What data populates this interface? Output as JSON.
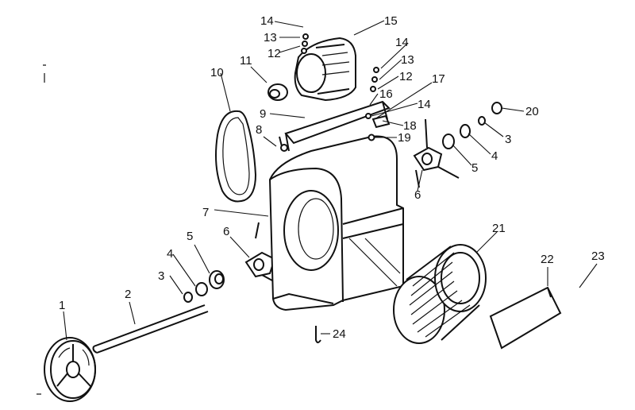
{
  "callouts": {
    "c1": "1",
    "c2": "2",
    "c3a": "3",
    "c3b": "3",
    "c4a": "4",
    "c4b": "4",
    "c5a": "5",
    "c5b": "5",
    "c6a": "6",
    "c6b": "6",
    "c7": "7",
    "c8": "8",
    "c9": "9",
    "c10": "10",
    "c11": "11",
    "c12a": "12",
    "c12b": "12",
    "c13a": "13",
    "c13b": "13",
    "c14a": "14",
    "c14b": "14",
    "c14c": "14",
    "c15": "15",
    "c16": "16",
    "c17": "17",
    "c18": "18",
    "c19": "19",
    "c20": "20",
    "c21": "21",
    "c22": "22",
    "c23": "23",
    "c24": "24"
  },
  "colors": {
    "ink": "#111111",
    "paper": "#ffffff"
  }
}
